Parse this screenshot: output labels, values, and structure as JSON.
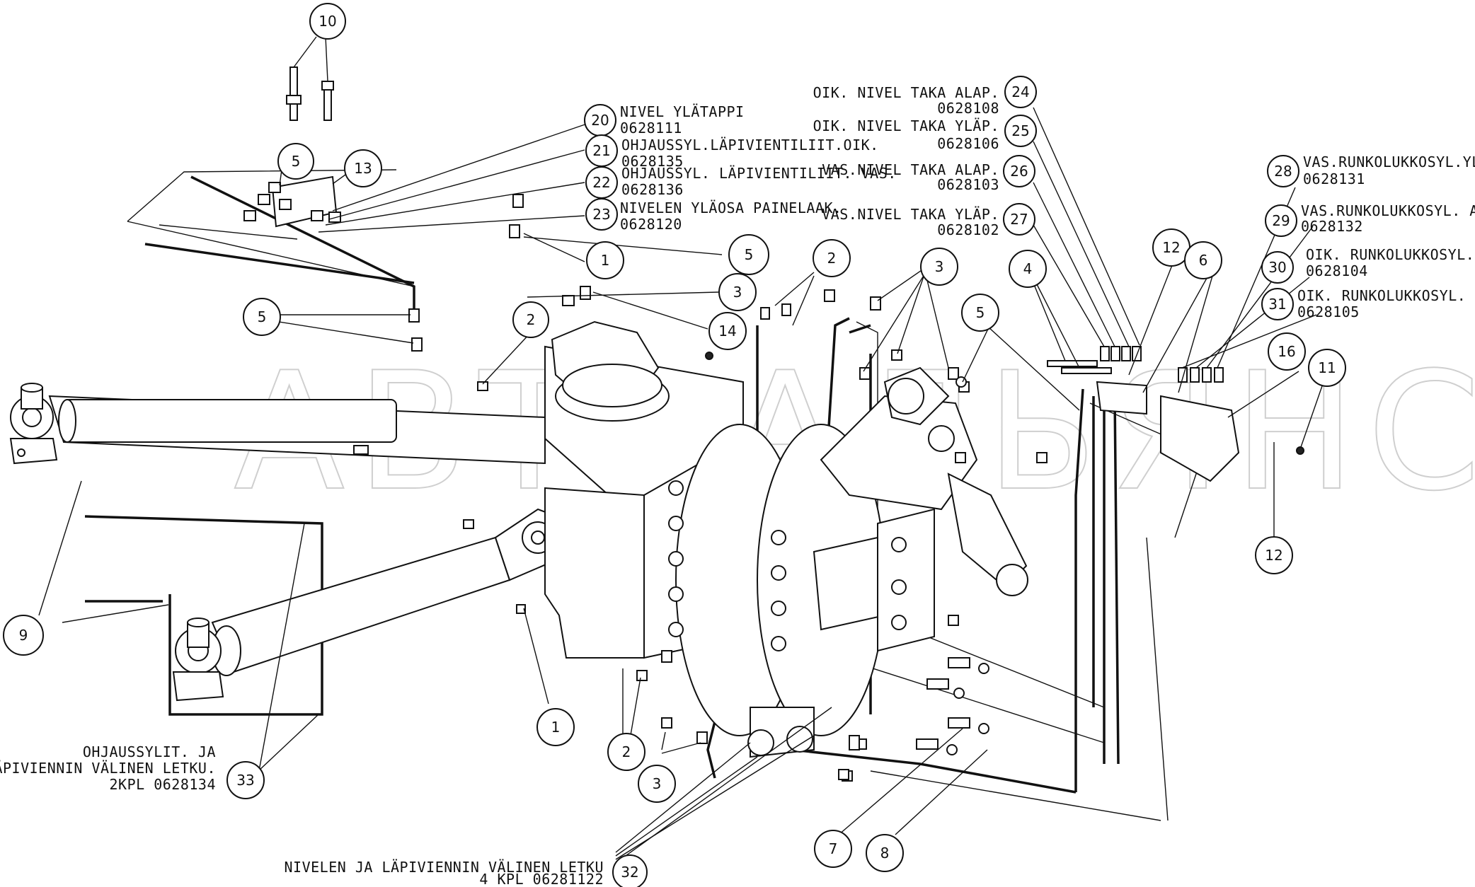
{
  "watermark": "АВТОАЛЬЯНС",
  "balloons": [
    {
      "id": "b10",
      "number": "10"
    },
    {
      "id": "b20",
      "number": "20"
    },
    {
      "id": "b21",
      "number": "21"
    },
    {
      "id": "b22",
      "number": "22"
    },
    {
      "id": "b23",
      "number": "23"
    },
    {
      "id": "b13",
      "number": "13"
    },
    {
      "id": "b5a",
      "number": "5"
    },
    {
      "id": "b1a",
      "number": "1"
    },
    {
      "id": "b5b",
      "number": "5"
    },
    {
      "id": "b3a",
      "number": "3"
    },
    {
      "id": "b5c",
      "number": "5"
    },
    {
      "id": "b14",
      "number": "14"
    },
    {
      "id": "b2a",
      "number": "2"
    },
    {
      "id": "b2b",
      "number": "2"
    },
    {
      "id": "b3b",
      "number": "3"
    },
    {
      "id": "b5d",
      "number": "5"
    },
    {
      "id": "b4",
      "number": "4"
    },
    {
      "id": "b12a",
      "number": "12"
    },
    {
      "id": "b6",
      "number": "6"
    },
    {
      "id": "b24",
      "number": "24"
    },
    {
      "id": "b25",
      "number": "25"
    },
    {
      "id": "b26",
      "number": "26"
    },
    {
      "id": "b27",
      "number": "27"
    },
    {
      "id": "b28",
      "number": "28"
    },
    {
      "id": "b29",
      "number": "29"
    },
    {
      "id": "b30",
      "number": "30"
    },
    {
      "id": "b31",
      "number": "31"
    },
    {
      "id": "b16",
      "number": "16"
    },
    {
      "id": "b11",
      "number": "11"
    },
    {
      "id": "b12b",
      "number": "12"
    },
    {
      "id": "b9",
      "number": "9"
    },
    {
      "id": "b1b",
      "number": "1"
    },
    {
      "id": "b2c",
      "number": "2"
    },
    {
      "id": "b3c",
      "number": "3"
    },
    {
      "id": "b33",
      "number": "33"
    },
    {
      "id": "b7",
      "number": "7"
    },
    {
      "id": "b8",
      "number": "8"
    },
    {
      "id": "b32",
      "number": "32"
    }
  ],
  "callouts": {
    "c20a": "NIVEL YLÄTAPPI",
    "c20b": "0628111",
    "c21a": "OHJAUSSYL.LÄPIVIENTILIIT.OIK.",
    "c21b": "0628135",
    "c22a": "OHJAUSSYL. LÄPIVIENTILIIT. VAS.",
    "c22b": "0628136",
    "c23a": "NIVELEN YLÄOSA PAINELAAK.",
    "c23b": "0628120",
    "c24a": "OIK. NIVEL TAKA ALAP.",
    "c24b": "0628108",
    "c25a": "OIK. NIVEL TAKA YLÄP.",
    "c25b": "0628106",
    "c26a": "VAS.NIVEL TAKA ALAP.",
    "c26b": "0628103",
    "c27a": "VAS.NIVEL TAKA YLÄP.",
    "c27b": "0628102",
    "c28a": "VAS.RUNKOLUKKOSYL.YLÄP",
    "c28b": "0628131",
    "c29a": "VAS.RUNKOLUKKOSYL. ALAP.",
    "c29b": "0628132",
    "c30a": "OIK. RUNKOLUKKOSYL. YLÄP",
    "c30b": "0628104",
    "c31a": "OIK. RUNKOLUKKOSYL. ALAP.",
    "c31b": "0628105",
    "c33a": "OHJAUSSYLIT. JA",
    "c33b": "LÄPIVIENNIN VÄLINEN LETKU.",
    "c33c": "2KPL 0628134",
    "c32a": "NIVELEN JA LÄPIVIENNIN VÄLINEN LETKU",
    "c32b": "4 KPL 06281122"
  }
}
